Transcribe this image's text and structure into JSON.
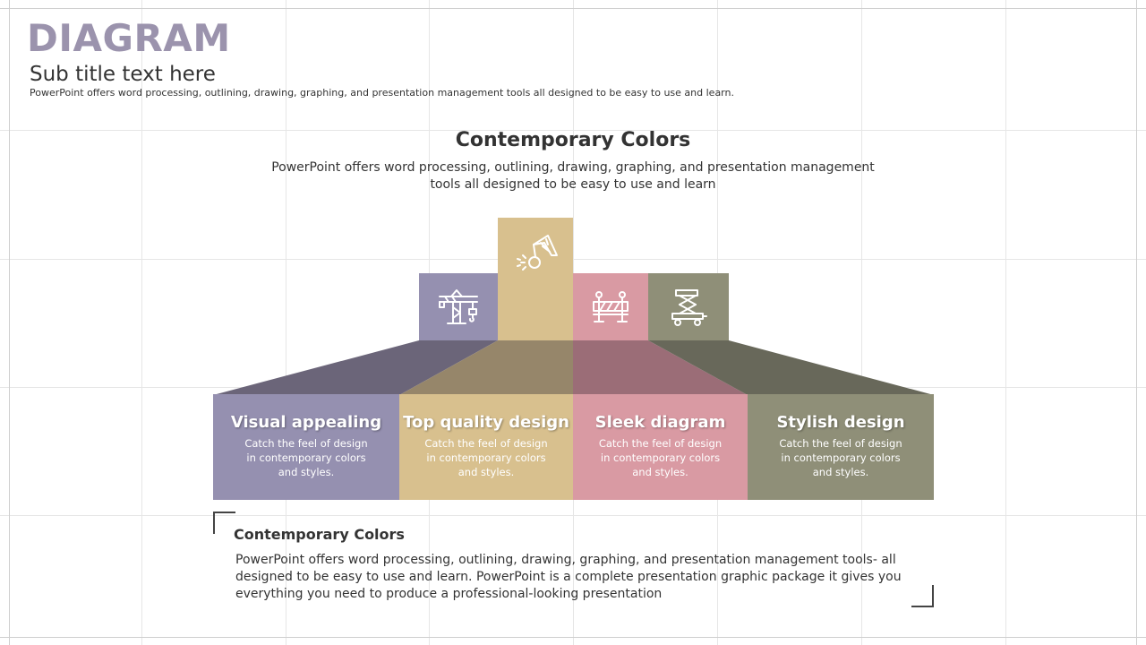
{
  "header": {
    "title": "DIAGRAM",
    "subtitle": "Sub title text here",
    "description": "PowerPoint offers word processing, outlining, drawing, graphing, and presentation management tools all designed to be easy to use and learn."
  },
  "section": {
    "heading": "Contemporary Colors",
    "description": "PowerPoint offers word processing, outlining, drawing, graphing, and presentation management tools all designed to be easy to use and learn"
  },
  "colors": {
    "title": "#9b93ad",
    "purple": "#9590b0",
    "tan": "#d8c08e",
    "pink": "#d99aa3",
    "olive": "#8f8f78"
  },
  "icons": [
    "crane-icon",
    "wrecking-ball-icon",
    "road-barrier-icon",
    "scissor-lift-icon"
  ],
  "cards": [
    {
      "title": "Visual appealing",
      "text": "Catch the feel of design in contemporary colors and styles."
    },
    {
      "title": "Top quality design",
      "text": "Catch the feel of design in contemporary colors and styles."
    },
    {
      "title": "Sleek diagram",
      "text": "Catch the feel of design in contemporary colors and styles."
    },
    {
      "title": "Stylish design",
      "text": "Catch the feel of design in contemporary colors and styles."
    }
  ],
  "footer": {
    "title": "Contemporary Colors",
    "text": "PowerPoint offers word processing, outlining, drawing, graphing, and presentation management tools- all designed to be easy to use and learn. PowerPoint is a complete presentation graphic package it gives you everything you need to produce a professional-looking presentation"
  }
}
